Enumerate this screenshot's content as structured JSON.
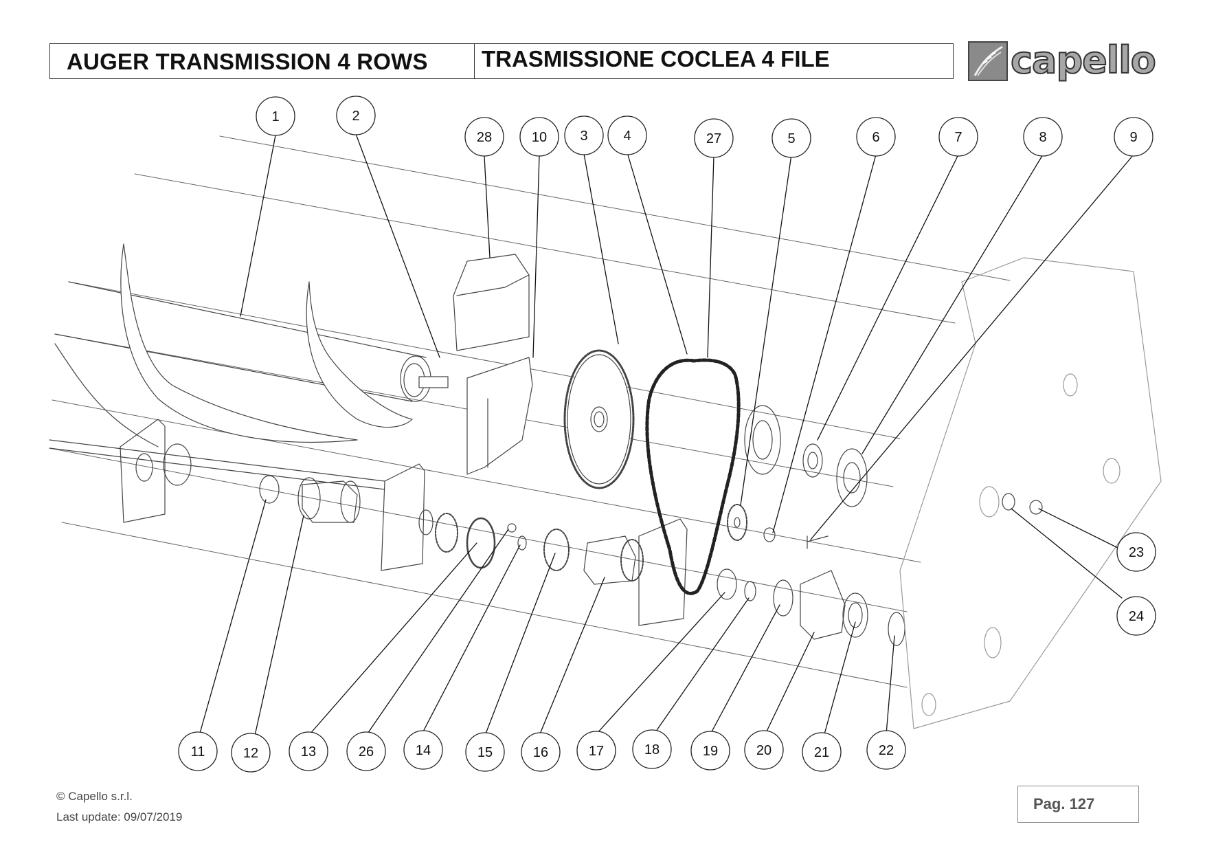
{
  "header": {
    "title_en": "AUGER TRANSMISSION 4 ROWS",
    "title_it": "TRASMISSIONE COCLEA 4 FILE",
    "brand": "capello"
  },
  "footer": {
    "copyright": "© Capello s.r.l.",
    "last_update": "Last update: 09/07/2019",
    "page_label": "Pag. 127"
  },
  "callouts": [
    "1",
    "2",
    "28",
    "10",
    "3",
    "4",
    "27",
    "5",
    "6",
    "7",
    "8",
    "9",
    "23",
    "24",
    "11",
    "12",
    "13",
    "26",
    "14",
    "15",
    "16",
    "17",
    "18",
    "19",
    "20",
    "21",
    "22"
  ]
}
